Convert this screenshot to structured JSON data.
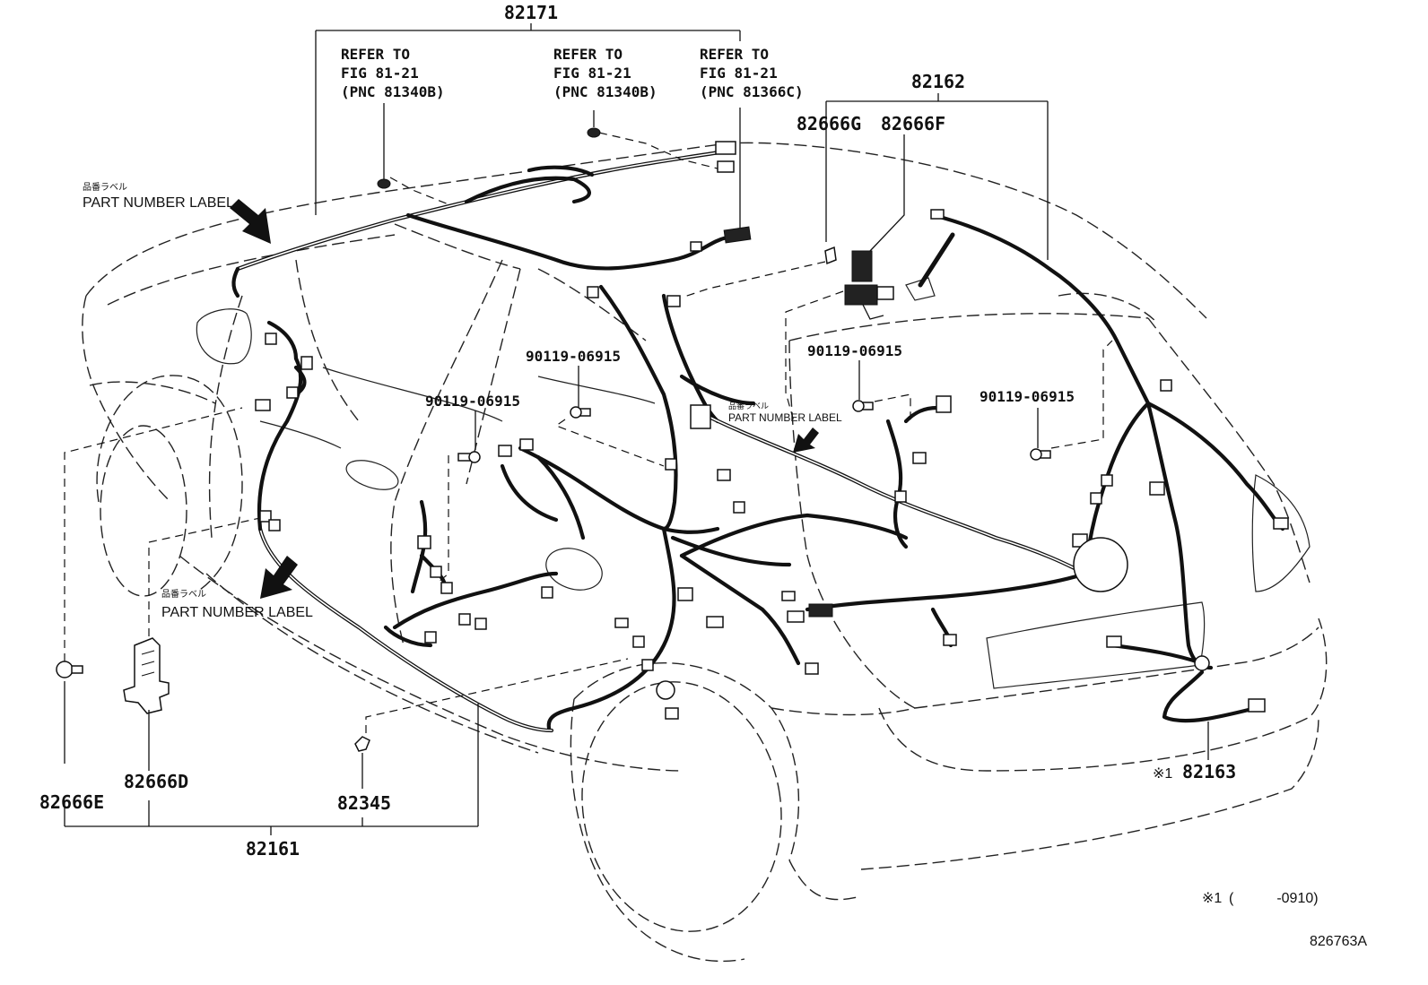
{
  "callouts": {
    "top_harness": "82171",
    "roof_harness": "82162",
    "clamp_g": "82666G",
    "clamp_f": "82666F",
    "floor_harness": "82161",
    "clamp_e": "82666E",
    "clamp_d": "82666D",
    "grommet": "82345",
    "rear_harness": "82163",
    "rear_harness_mark": "※1",
    "bolt_1": "90119-06915",
    "bolt_2": "90119-06915",
    "bolt_3": "90119-06915",
    "bolt_4": "90119-06915"
  },
  "references": [
    {
      "line1": "REFER TO",
      "line2": "FIG 81-21",
      "line3": "(PNC 81340B)"
    },
    {
      "line1": "REFER TO",
      "line2": "FIG 81-21",
      "line3": "(PNC 81340B)"
    },
    {
      "line1": "REFER TO",
      "line2": "FIG 81-21",
      "line3": "(PNC 81366C)"
    }
  ],
  "labels": {
    "jp_part_number": "品番ラベル",
    "part_number_label": "PART NUMBER LABEL"
  },
  "footnote": {
    "mark": "※1",
    "range": "(　　　-0910)"
  },
  "figure_id": "826763A",
  "icons": [
    "arrow-icon",
    "bolt-icon",
    "clamp-icon",
    "connector-icon",
    "antenna-icon",
    "grommet-icon"
  ]
}
